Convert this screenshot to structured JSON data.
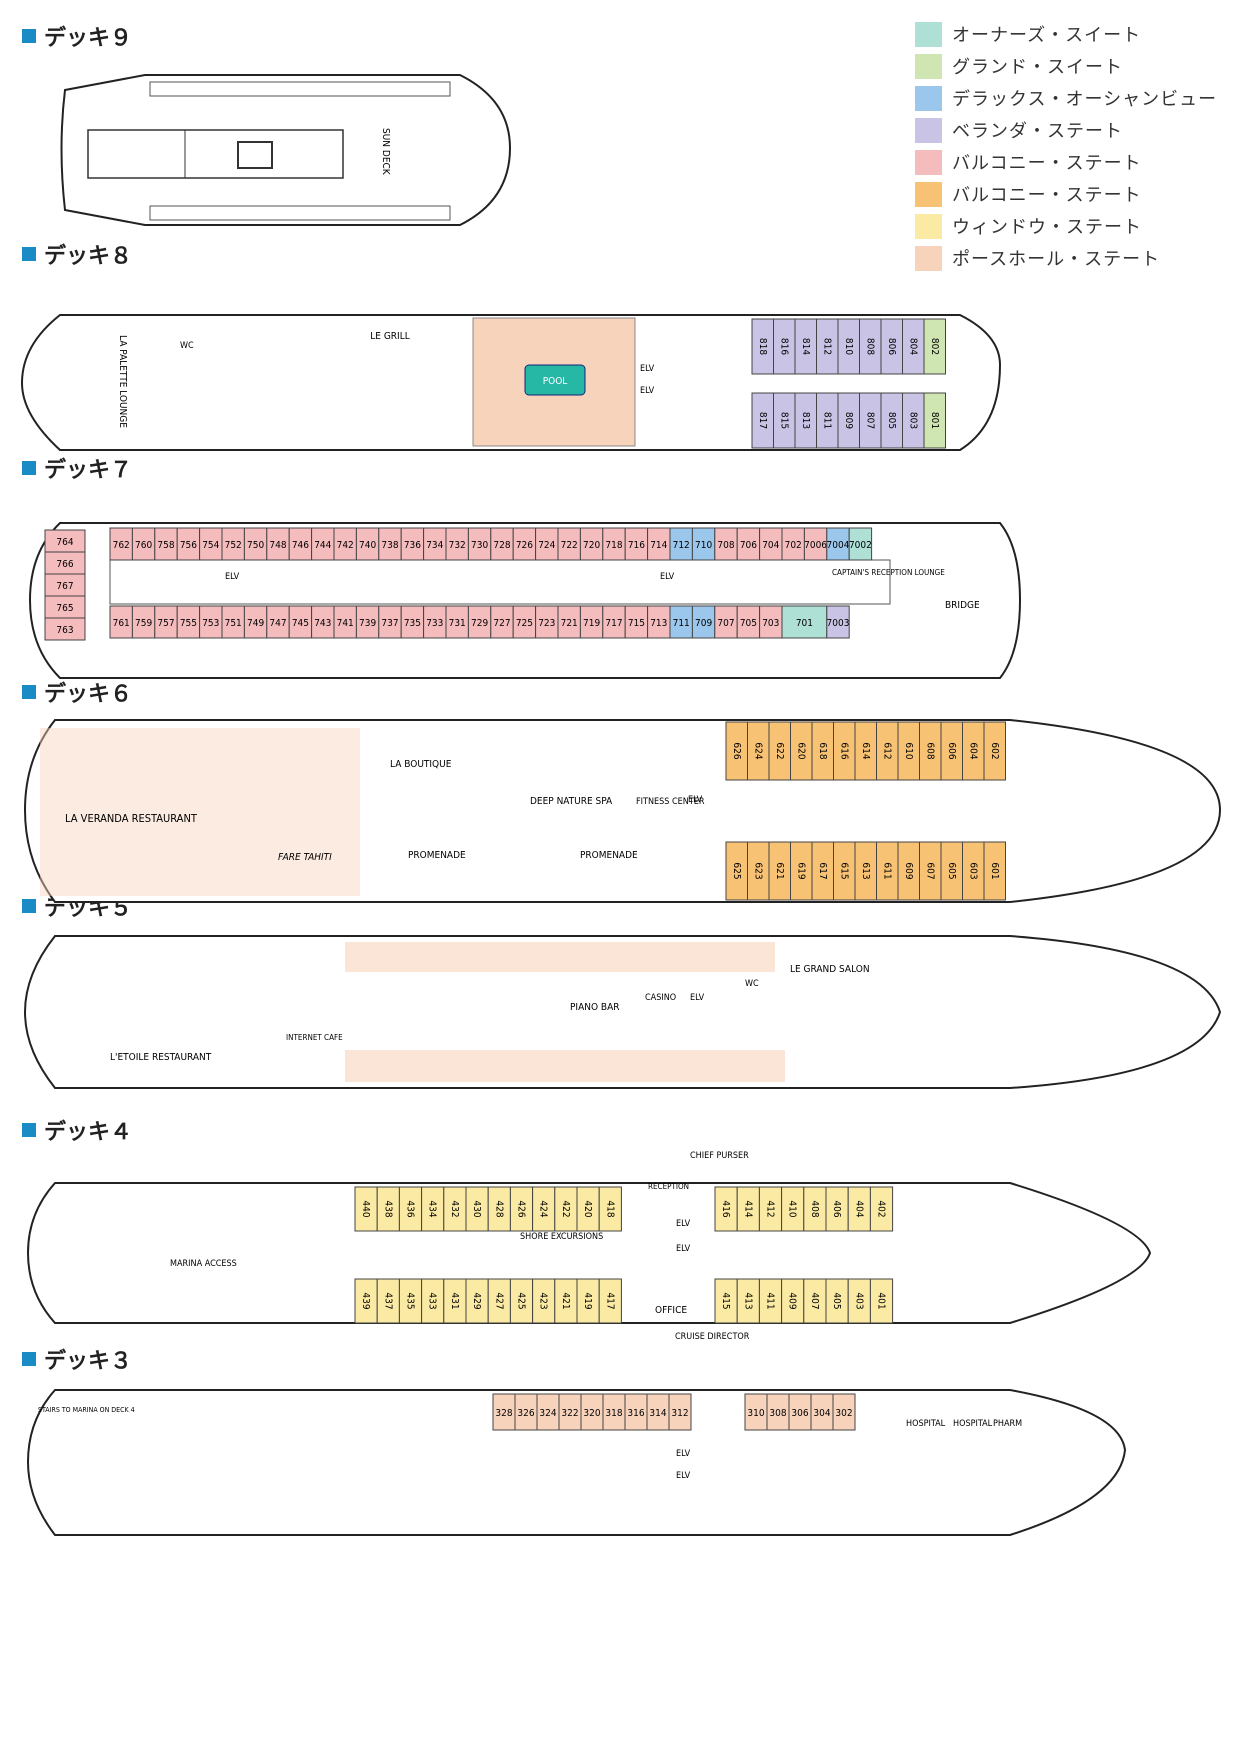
{
  "legend": [
    {
      "label": "オーナーズ・スイート",
      "color": "#aee0d6"
    },
    {
      "label": "グランド・スイート",
      "color": "#cfe6b3"
    },
    {
      "label": "デラックス・オーシャンビュー",
      "color": "#9cc7ec"
    },
    {
      "label": "ベランダ・ステート",
      "color": "#c9c3e5"
    },
    {
      "label": "バルコニー・ステート",
      "color": "#f5bcbe"
    },
    {
      "label": "バルコニー・ステート",
      "color": "#f7c274"
    },
    {
      "label": "ウィンドウ・ステート",
      "color": "#faeaa3"
    },
    {
      "label": "ポースホール・ステート",
      "color": "#f8d3bc"
    }
  ],
  "decks": {
    "d9": {
      "title": "デッキ９",
      "labels": {
        "sun_deck": "SUN DECK"
      }
    },
    "d8": {
      "title": "デッキ８",
      "labels": {
        "lounge": "LA PALETTE LOUNGE",
        "grill": "LE GRILL",
        "pool": "POOL",
        "elv": "ELV",
        "wc": "WC"
      },
      "top_cabins": [
        "818",
        "816",
        "814",
        "812",
        "810",
        "808",
        "806",
        "804",
        "802"
      ],
      "bottom_cabins": [
        "817",
        "815",
        "813",
        "811",
        "809",
        "807",
        "805",
        "803",
        "801"
      ]
    },
    "d7": {
      "title": "デッキ７",
      "labels": {
        "lounge": "CAPTAIN'S RECEPTION LOUNGE",
        "bridge": "BRIDGE",
        "elv": "ELV"
      },
      "top_cabins": [
        "762",
        "760",
        "758",
        "756",
        "754",
        "752",
        "750",
        "748",
        "746",
        "744",
        "742",
        "740",
        "738",
        "736",
        "734",
        "732",
        "730",
        "728",
        "726",
        "724",
        "722",
        "720",
        "718",
        "716",
        "714",
        "712",
        "710",
        "708",
        "706",
        "704",
        "702",
        "7006",
        "7004",
        "7002"
      ],
      "bottom_cabins": [
        "761",
        "759",
        "757",
        "755",
        "753",
        "751",
        "749",
        "747",
        "745",
        "743",
        "741",
        "739",
        "737",
        "735",
        "733",
        "731",
        "729",
        "727",
        "725",
        "723",
        "721",
        "719",
        "717",
        "715",
        "713",
        "711",
        "709",
        "707",
        "705",
        "703",
        "701",
        "7003"
      ],
      "aft_cabins": [
        "764",
        "766",
        "767",
        "765",
        "763"
      ]
    },
    "d6": {
      "title": "デッキ６",
      "labels": {
        "restaurant": "LA VERANDA RESTAURANT",
        "fare": "FARE TAHITI",
        "boutique": "LA BOUTIQUE",
        "promenade": "PROMENADE",
        "spa": "DEEP NATURE SPA",
        "fitness": "FITNESS CENTER",
        "elv": "ELV"
      },
      "top_cabins": [
        "626",
        "624",
        "622",
        "620",
        "618",
        "616",
        "614",
        "612",
        "610",
        "608",
        "606",
        "604",
        "602"
      ],
      "bottom_cabins": [
        "625",
        "623",
        "621",
        "619",
        "617",
        "615",
        "613",
        "611",
        "609",
        "607",
        "605",
        "603",
        "601"
      ]
    },
    "d5": {
      "title": "デッキ５",
      "labels": {
        "restaurant": "L'ETOILE RESTAURANT",
        "internet": "INTERNET CAFE",
        "piano": "PIANO BAR",
        "casino": "CASINO",
        "salon": "LE GRAND SALON",
        "elv": "ELV",
        "wc": "WC"
      }
    },
    "d4": {
      "title": "デッキ４",
      "labels": {
        "marina": "MARINA ACCESS",
        "shore": "SHORE EXCURSIONS",
        "reception": "RECEPTION",
        "purser": "CHIEF PURSER",
        "office": "OFFICE",
        "cruise": "CRUISE DIRECTOR",
        "elv": "ELV"
      },
      "top_cabins": [
        "440",
        "438",
        "436",
        "434",
        "432",
        "430",
        "428",
        "426",
        "424",
        "422",
        "420",
        "418",
        "416",
        "414",
        "412",
        "410",
        "408",
        "406",
        "404",
        "402"
      ],
      "bottom_cabins": [
        "439",
        "437",
        "435",
        "433",
        "431",
        "429",
        "427",
        "425",
        "423",
        "421",
        "419",
        "417",
        "415",
        "413",
        "411",
        "409",
        "407",
        "405",
        "403",
        "401"
      ]
    },
    "d3": {
      "title": "デッキ３",
      "labels": {
        "stairs": "STAIRS TO MARINA ON DECK 4",
        "hospital1": "HOSPITAL",
        "hospital2": "HOSPITAL",
        "pharm": "PHARM",
        "elv": "ELV"
      },
      "cabins": [
        "328",
        "326",
        "324",
        "322",
        "320",
        "318",
        "316",
        "314",
        "312",
        "310",
        "308",
        "306",
        "304",
        "302"
      ]
    }
  }
}
